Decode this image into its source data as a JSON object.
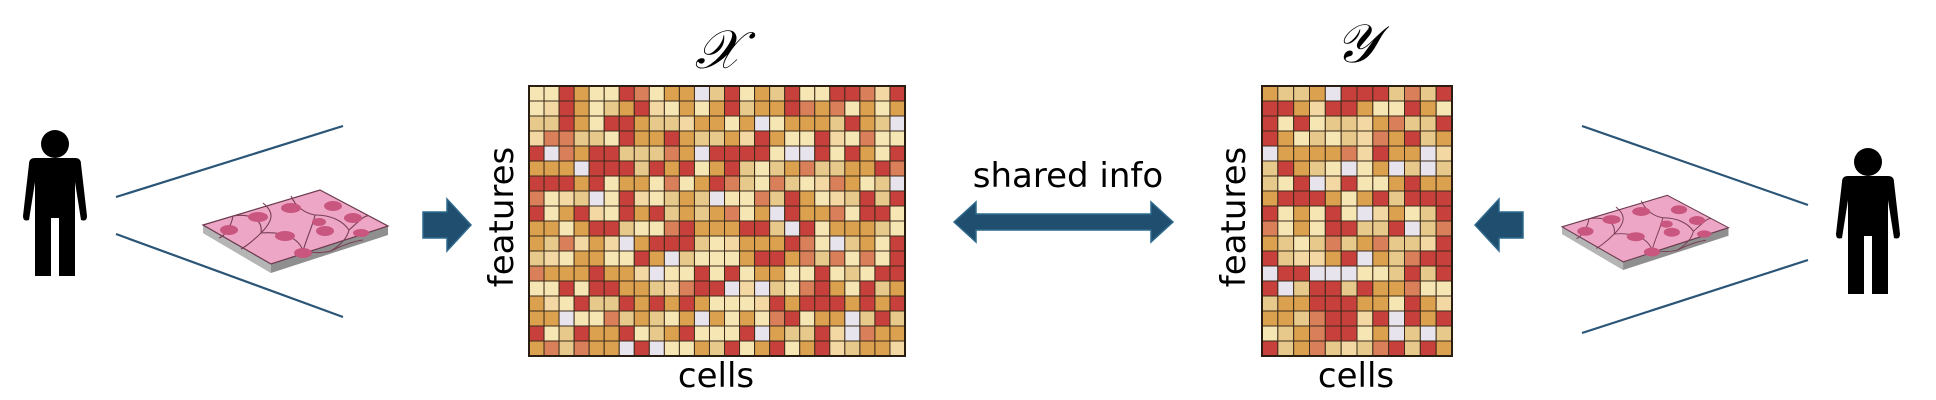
{
  "left": {
    "matrix_symbol": "𝒳",
    "features_label": "features",
    "cells_label": "cells",
    "grid": {
      "rows": 18,
      "cols": 25
    }
  },
  "right": {
    "matrix_symbol": "𝒴",
    "features_label": "features",
    "cells_label": "cells",
    "grid": {
      "rows": 18,
      "cols": 12
    }
  },
  "center": {
    "shared_label": "shared info"
  },
  "palette": [
    "#c8403c",
    "#dca14e",
    "#f6e6b4",
    "#e7c98b",
    "#e8e4ee",
    "#d97f5a",
    "#f3d8a4"
  ],
  "colors": {
    "arrow_fill": "#1f4e6e",
    "arrow_stroke": "#2f6a8e",
    "sight_line": "#2b5577",
    "tissue_top": "#eda6c5",
    "tissue_nucleus": "#c8567f",
    "tissue_base": "#8f8f8f"
  },
  "icons": [
    "person-icon",
    "tissue-icon",
    "arrow-right-icon",
    "double-arrow-icon",
    "arrow-left-icon"
  ]
}
